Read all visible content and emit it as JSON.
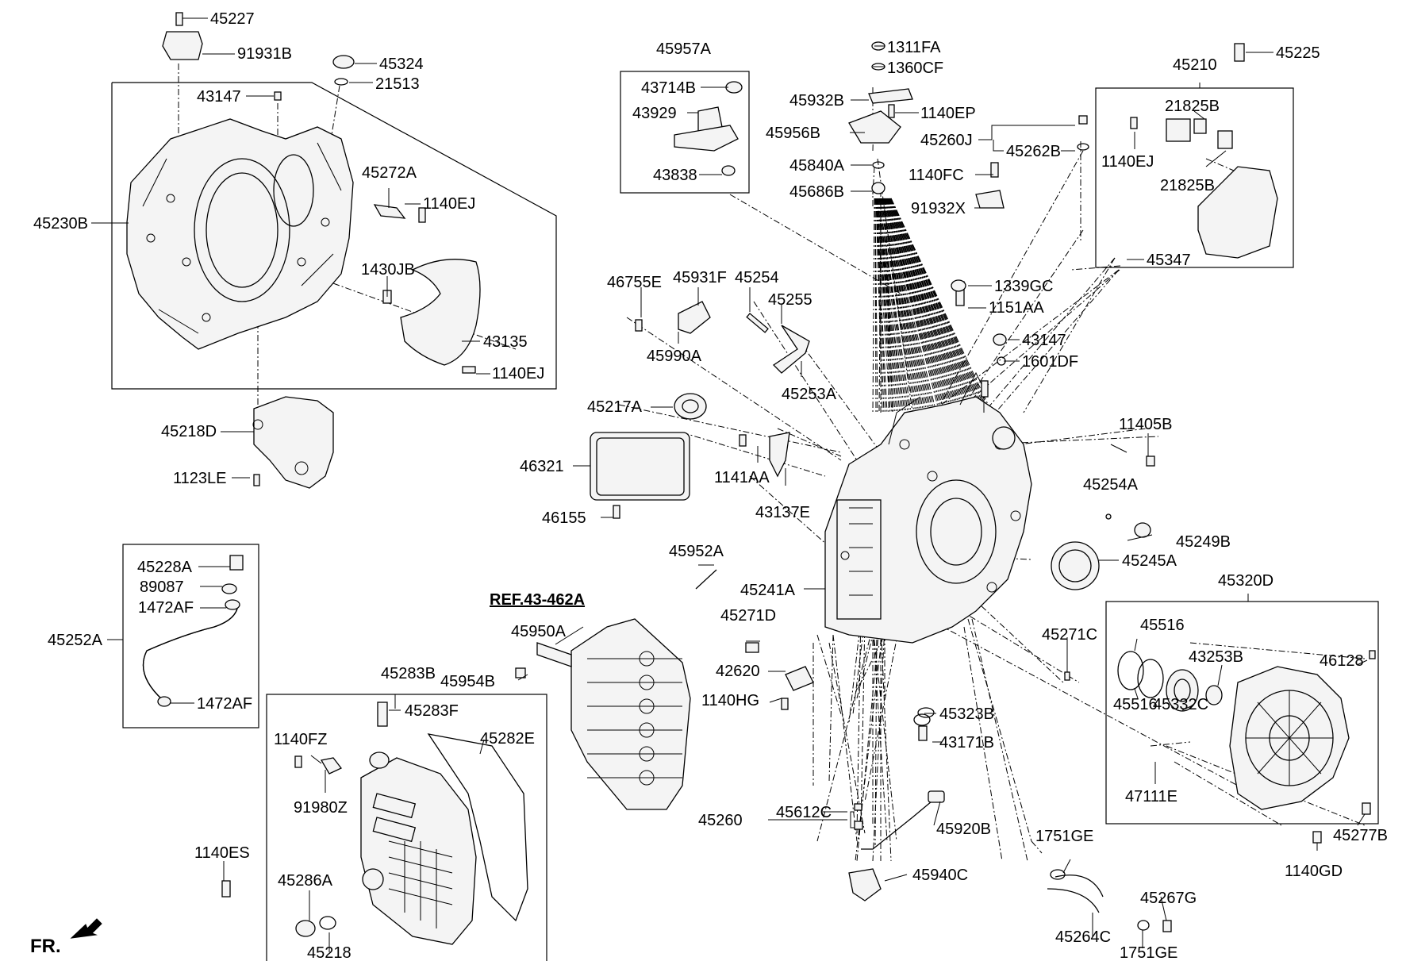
{
  "ref_label": "REF.43-462A",
  "front_label": "FR.",
  "labels": {
    "p45227": "45227",
    "p91931B": "91931B",
    "p45324": "45324",
    "p21513": "21513",
    "p43147a": "43147",
    "p45272A": "45272A",
    "p1140EJa": "1140EJ",
    "p45230B": "45230B",
    "p1430JB": "1430JB",
    "p43135": "43135",
    "p1140EJb": "1140EJ",
    "p45218D": "45218D",
    "p1123LE": "1123LE",
    "p45228A": "45228A",
    "p89087": "89087",
    "p1472AFa": "1472AF",
    "p45252A": "45252A",
    "p1472AFb": "1472AF",
    "p45957A": "45957A",
    "p43714B": "43714B",
    "p43929": "43929",
    "p43838": "43838",
    "p1311FA": "1311FA",
    "p1360CF": "1360CF",
    "p45932B": "45932B",
    "p1140EP": "1140EP",
    "p45956B": "45956B",
    "p45840A": "45840A",
    "p45686B": "45686B",
    "p1140FC": "1140FC",
    "p91932X": "91932X",
    "p45260J": "45260J",
    "p45262B": "45262B",
    "p45225": "45225",
    "p45210": "45210",
    "p21825Ba": "21825B",
    "p1140EJc": "1140EJ",
    "p21825Bb": "21825B",
    "p45347": "45347",
    "p46755E": "46755E",
    "p45931F": "45931F",
    "p45254": "45254",
    "p45255": "45255",
    "p45990A": "45990A",
    "p45253A": "45253A",
    "p1339GC": "1339GC",
    "p1151AA": "1151AA",
    "p43147b": "43147",
    "p1601DF": "1601DF",
    "p45217A": "45217A",
    "p46321": "46321",
    "p46155": "46155",
    "p1141AA": "1141AA",
    "p43137E": "43137E",
    "p11405B": "11405B",
    "p45254A": "45254A",
    "p45249B": "45249B",
    "p45245A": "45245A",
    "p45952A": "45952A",
    "p45241A": "45241A",
    "p45271D": "45271D",
    "p45950A": "45950A",
    "p45954B": "45954B",
    "p42620": "42620",
    "p1140HG": "1140HG",
    "p45271C": "45271C",
    "p45320D": "45320D",
    "p45516a": "45516",
    "p43253B": "43253B",
    "p46128": "46128",
    "p45516b": "45516",
    "p45332C": "45332C",
    "p47111E": "47111E",
    "p45277B": "45277B",
    "p1140GD": "1140GD",
    "p45323B": "45323B",
    "p43171B": "43171B",
    "p45283B": "45283B",
    "p45283F": "45283F",
    "p1140FZ": "1140FZ",
    "p45282E": "45282E",
    "p91980Z": "91980Z",
    "p1140ES": "1140ES",
    "p45286A": "45286A",
    "p45218": "45218",
    "p45612C": "45612C",
    "p45260": "45260",
    "p45920B": "45920B",
    "p45940C": "45940C",
    "p1751GEa": "1751GE",
    "p45267G": "45267G",
    "p45264C": "45264C",
    "p1751GEb": "1751GE"
  }
}
